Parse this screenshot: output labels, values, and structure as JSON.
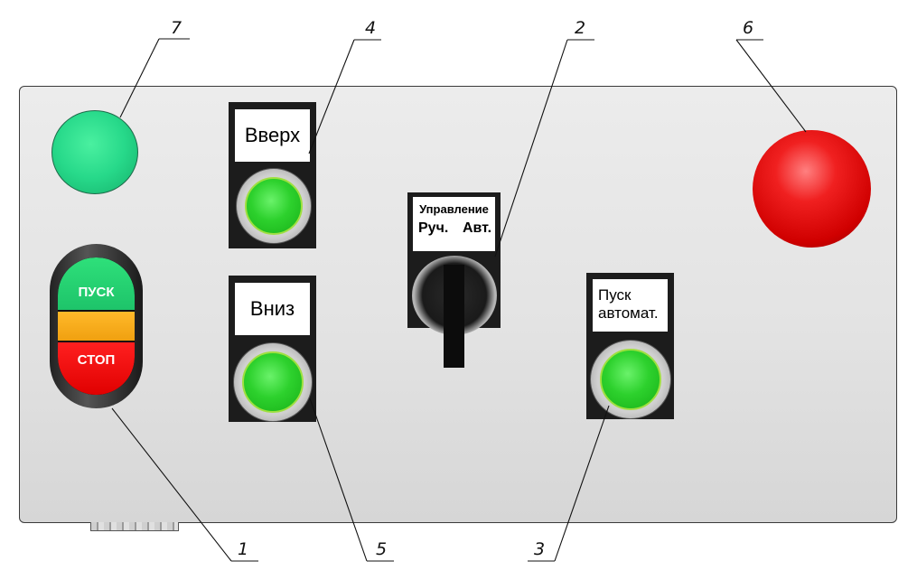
{
  "labels": {
    "up": "Вверх",
    "down": "Вниз",
    "selector_title": "Управление",
    "selector_manual": "Руч.",
    "selector_auto": "Авт.",
    "auto_start_line1": "Пуск",
    "auto_start_line2": "автомат.",
    "dual_start": "ПУСК",
    "dual_stop": "СТОП"
  },
  "callouts": [
    "7",
    "4",
    "2",
    "6",
    "1",
    "5",
    "3"
  ],
  "colors": {
    "panel": "#e6e6e6",
    "green_lamp": "#27d98a",
    "green_lens": "#2dd12d",
    "red_light": "#e00000",
    "dual_mid": "#f5a818"
  }
}
